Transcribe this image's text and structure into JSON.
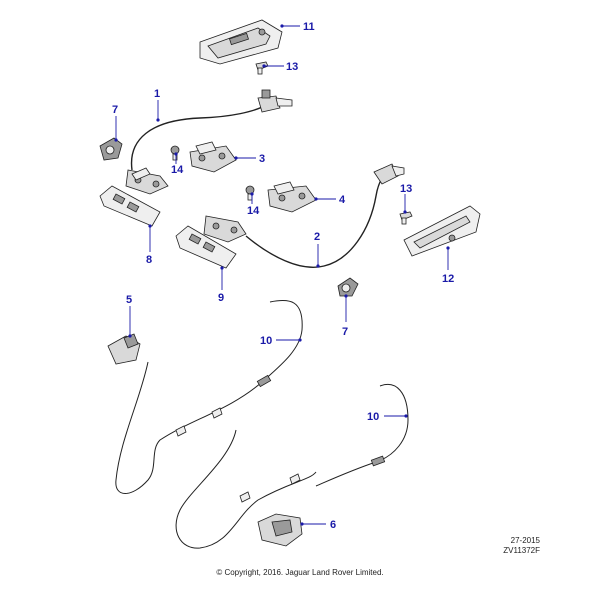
{
  "callouts": {
    "c1": "1",
    "c2": "2",
    "c3": "3",
    "c4": "4",
    "c5": "5",
    "c6": "6",
    "c7a": "7",
    "c7b": "7",
    "c8": "8",
    "c9": "9",
    "c10a": "10",
    "c10b": "10",
    "c11": "11",
    "c12": "12",
    "c13a": "13",
    "c13b": "13",
    "c14a": "14",
    "c14b": "14"
  },
  "reference": {
    "date_code": "27-2015",
    "figure_code": "ZV11372F"
  },
  "copyright": "© Copyright, 2016. Jaguar Land Rover Limited.",
  "colors": {
    "callout": "#1a1aa8",
    "line": "#222222"
  }
}
